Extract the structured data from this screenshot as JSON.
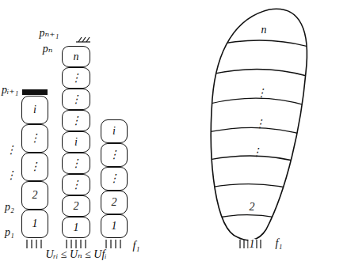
{
  "diagram": {
    "nodes": [
      {
        "text": [
          "1"
        ]
      },
      {
        "text": [
          "2"
        ]
      },
      {
        "text": [
          "⋮"
        ]
      },
      {
        "text": [
          "⋮"
        ]
      },
      {
        "text": [
          "i"
        ]
      },
      {
        "text": [
          "1"
        ]
      },
      {
        "text": [
          "2"
        ]
      },
      {
        "text": [
          "⋮"
        ]
      },
      {
        "text": [
          "⋮"
        ]
      },
      {
        "text": [
          "i"
        ]
      },
      {
        "text": [
          "⋮"
        ]
      },
      {
        "text": [
          "⋮"
        ]
      },
      {
        "text": [
          "⋮"
        ]
      },
      {
        "text": [
          "n"
        ]
      },
      {
        "text": [
          "1"
        ]
      },
      {
        "text": [
          "2"
        ]
      },
      {
        "text": [
          "⋮"
        ]
      },
      {
        "text": [
          "⋮"
        ]
      },
      {
        "text": [
          "i"
        ]
      },
      {
        "text": [
          "n"
        ]
      },
      {
        "text": [
          "⋮"
        ]
      },
      {
        "text": [
          "⋮"
        ]
      },
      {
        "text": [
          "⋮"
        ]
      },
      {
        "text": [
          "2"
        ]
      }
    ],
    "labels": [
      "pₙ₊₁",
      "pₙ",
      "⋮",
      "pᵢ₊₁",
      "⋮",
      "p₂",
      "p₁",
      "f₁",
      "Uᵣᵢ ≤ Uₙ ≤ Ufᵢ",
      "f₁",
      "1"
    ]
  }
}
